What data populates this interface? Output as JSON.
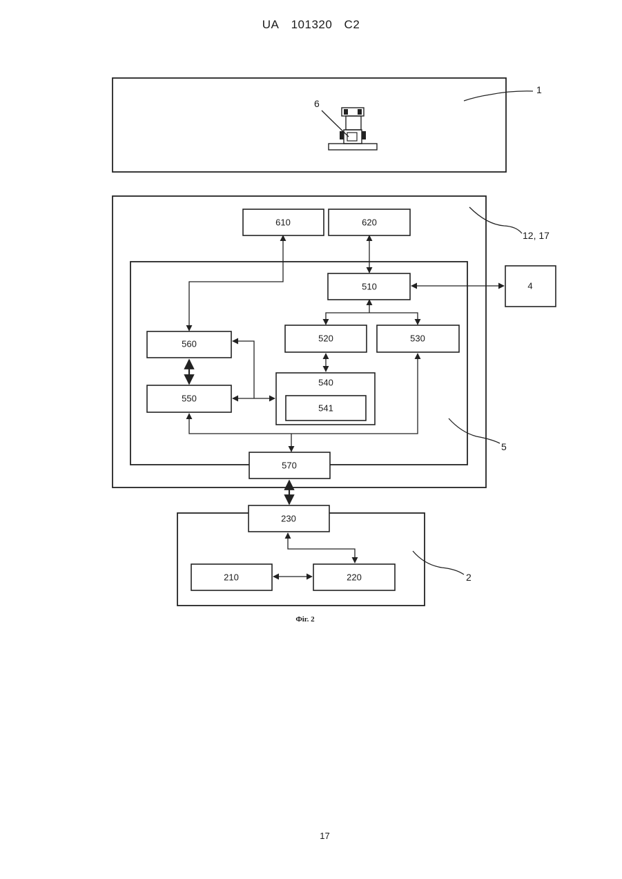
{
  "header": {
    "country": "UA",
    "number": "101320",
    "kind": "C2"
  },
  "page_number": "17",
  "figure_caption": "Фіг. 2",
  "refs": {
    "r1": "1",
    "r6": "6",
    "r12": "12, 17",
    "r4": "4",
    "r5": "5",
    "r2": "2"
  },
  "blocks": {
    "b610": "610",
    "b620": "620",
    "b510": "510",
    "b520": "520",
    "b530": "530",
    "b560": "560",
    "b550": "550",
    "b540": "540",
    "b541": "541",
    "b570": "570",
    "b230": "230",
    "b210": "210",
    "b220": "220",
    "b4": "4"
  }
}
